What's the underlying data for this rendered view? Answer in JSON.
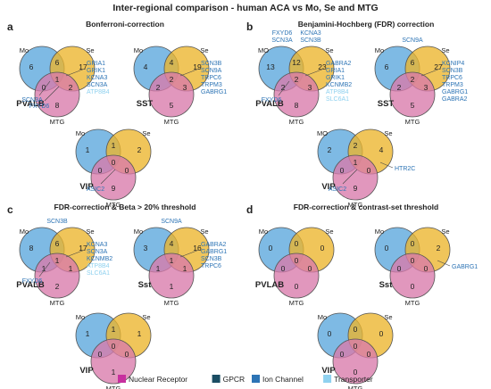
{
  "title": "Inter-regional comparison - human ACA vs Mo, Se and MTG",
  "colors": {
    "blue": "#5aa6dd",
    "yellow": "#ecb52b",
    "pink": "#d97aaa"
  },
  "legend": [
    {
      "label": "Nuclear Receptor",
      "color": "#c72f9e"
    },
    {
      "label": "GPCR",
      "color": "#1b4d63"
    },
    {
      "label": "Ion Channel",
      "color": "#2d74b5"
    },
    {
      "label": "Transporter",
      "color": "#8fd1ef"
    }
  ],
  "panels": [
    {
      "letter": "a",
      "title": "Bonferroni-correction",
      "venns": [
        {
          "name": "PVALB",
          "labels": [
            "Mo",
            "Se",
            "MTG"
          ],
          "values": [
            6,
            17,
            8,
            6,
            0,
            2,
            1
          ],
          "genes_right": [
            {
              "text": "GRIA1",
              "type": "ion"
            },
            {
              "text": "GRIK1",
              "type": "ion"
            },
            {
              "text": "KCNA3",
              "type": "ion"
            },
            {
              "text": "SCN3A",
              "type": "ion"
            },
            {
              "text": "ATP8B4",
              "type": "transporter"
            }
          ],
          "callout_a": "SCN3A",
          "callout_b": "FXYD6"
        },
        {
          "name": "SST",
          "labels": [
            "Mo",
            "Se",
            "MTG"
          ],
          "values": [
            4,
            19,
            5,
            4,
            2,
            3,
            2
          ],
          "genes_right": [
            {
              "text": "SCN3B",
              "type": "ion"
            },
            {
              "text": "SCN9A",
              "type": "ion"
            },
            {
              "text": "TRPC6",
              "type": "ion"
            },
            {
              "text": "TRPM3",
              "type": "ion"
            },
            {
              "text": "GABRG1",
              "type": "ion"
            }
          ]
        },
        {
          "name": "VIP",
          "labels": [
            "Mo",
            "Se",
            "MTG"
          ],
          "values": [
            1,
            2,
            9,
            1,
            0,
            0,
            0
          ],
          "callout_b": "ASIC2"
        }
      ]
    },
    {
      "letter": "b",
      "title": "Benjamini-Hochberg (FDR) correction",
      "venns": [
        {
          "name": "PVALB",
          "labels": [
            "MO",
            "Se",
            "MTG"
          ],
          "values": [
            13,
            23,
            8,
            12,
            2,
            3,
            2
          ],
          "genes_top": [
            {
              "text": "FXYD6",
              "type": "ion"
            },
            {
              "text": "KCNA3",
              "type": "ion"
            },
            {
              "text": "SCN3A",
              "type": "ion"
            },
            {
              "text": "SCN3B",
              "type": "ion"
            }
          ],
          "genes_right": [
            {
              "text": "GABRA2",
              "type": "ion"
            },
            {
              "text": "GRIA1",
              "type": "ion"
            },
            {
              "text": "GRIK1",
              "type": "ion"
            },
            {
              "text": "KCNMB2",
              "type": "ion"
            },
            {
              "text": "ATP8B4",
              "type": "transporter"
            },
            {
              "text": "SLC6A1",
              "type": "transporter"
            }
          ],
          "callout_a": "FXYD6"
        },
        {
          "name": "SST",
          "labels": [
            "Mo",
            "Se",
            "MTG"
          ],
          "values": [
            6,
            27,
            5,
            6,
            2,
            3,
            2
          ],
          "genes_top": [
            {
              "text": "SCN9A",
              "type": "ion"
            }
          ],
          "genes_right": [
            {
              "text": "KCNIP4",
              "type": "ion"
            },
            {
              "text": "SCN3B",
              "type": "ion"
            },
            {
              "text": "TRPC6",
              "type": "ion"
            },
            {
              "text": "TRPM3",
              "type": "ion"
            },
            {
              "text": "GABRG1",
              "type": "ion"
            },
            {
              "text": "GABRA2",
              "type": "ion"
            }
          ]
        },
        {
          "name": "VIP",
          "labels": [
            "MO",
            "Se",
            "MTG"
          ],
          "values": [
            2,
            4,
            9,
            2,
            0,
            0,
            1
          ],
          "callout_r": "HTR2C",
          "callout_b": "ASIC2"
        }
      ]
    },
    {
      "letter": "c",
      "title": "FDR-correction & Beta > 20% threshold",
      "venns": [
        {
          "name": "PVALB",
          "labels": [
            "Mo",
            "Se",
            "MTG"
          ],
          "values": [
            8,
            17,
            2,
            6,
            1,
            1,
            1
          ],
          "genes_top": [
            {
              "text": "SCN3B",
              "type": "ion"
            }
          ],
          "genes_right": [
            {
              "text": "KCNA3",
              "type": "ion"
            },
            {
              "text": "SCN3A",
              "type": "ion"
            },
            {
              "text": "KCNMB2",
              "type": "ion"
            },
            {
              "text": "ATP8B4",
              "type": "transporter"
            },
            {
              "text": "SLC6A1",
              "type": "transporter"
            }
          ],
          "callout_a": "FXYD6"
        },
        {
          "name": "Sst",
          "labels": [
            "Mo",
            "Se",
            "MTG"
          ],
          "values": [
            3,
            16,
            1,
            4,
            1,
            1,
            1
          ],
          "genes_top": [
            {
              "text": "SCN9A",
              "type": "ion"
            }
          ],
          "genes_right": [
            {
              "text": "GABRA2",
              "type": "ion"
            },
            {
              "text": "GABRG1",
              "type": "ion"
            },
            {
              "text": "SCN3B",
              "type": "ion"
            },
            {
              "text": "TRPC6",
              "type": "ion"
            }
          ]
        },
        {
          "name": "VIP",
          "labels": [
            "Mo",
            "Se",
            "MTG"
          ],
          "values": [
            1,
            1,
            1,
            1,
            0,
            0,
            0
          ]
        }
      ]
    },
    {
      "letter": "d",
      "title": "FDR-correction & contrast-set threshold",
      "venns": [
        {
          "name": "PVLAB",
          "labels": [
            "Mo",
            "Se",
            "MTG"
          ],
          "values": [
            0,
            0,
            0,
            0,
            0,
            0,
            0
          ]
        },
        {
          "name": "Sst",
          "labels": [
            "Mo",
            "Se",
            "MTG"
          ],
          "values": [
            0,
            2,
            0,
            0,
            0,
            0,
            0
          ],
          "callout_r": "GABRG1"
        },
        {
          "name": "VIP",
          "labels": [
            "Mo",
            "Se",
            "MTG"
          ],
          "values": [
            0,
            0,
            0,
            0,
            0,
            0,
            0
          ]
        }
      ]
    }
  ]
}
